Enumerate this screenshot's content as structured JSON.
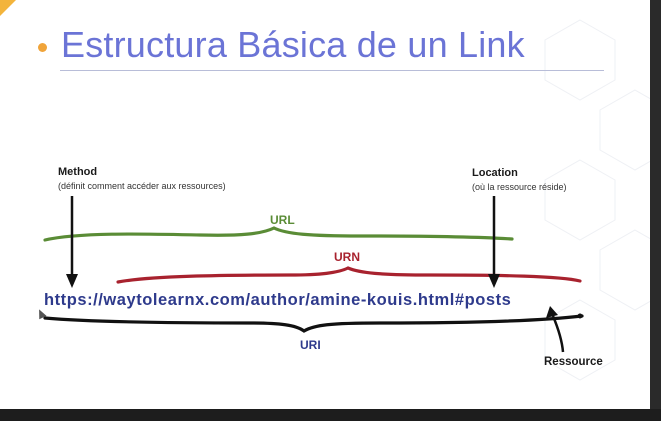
{
  "slide": {
    "title": "Estructura Básica de un Link"
  },
  "diagram": {
    "method_title": "Method",
    "method_desc": "(définit comment accéder aux ressources)",
    "location_title": "Location",
    "location_desc": "(où la ressource réside)",
    "url_label": "URL",
    "urn_label": "URN",
    "uri_label": "URI",
    "resource_title": "Ressource",
    "link": "https://waytolearnx.com/author/amine-kouis.html#posts"
  },
  "colors": {
    "title": "#6b74d6",
    "bullet": "#f0a43a",
    "url": "#5a8c36",
    "urn": "#a8222e",
    "uri": "#2e3a8c",
    "link": "#2e3a8c"
  }
}
